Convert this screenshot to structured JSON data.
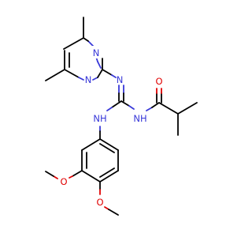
{
  "molecule": {
    "atom_colors": {
      "C": "#000000",
      "N": "#3838d8",
      "O": "#e00000"
    },
    "labels": {
      "n_pyrimidine_upper": "N",
      "n_pyrimidine_lower": "N",
      "n_imine": "N",
      "nh_anilino": "NH",
      "nh_amide": "NH",
      "o_carbonyl": "O",
      "o_methoxy_meta": "O",
      "o_methoxy_para": "O"
    }
  }
}
